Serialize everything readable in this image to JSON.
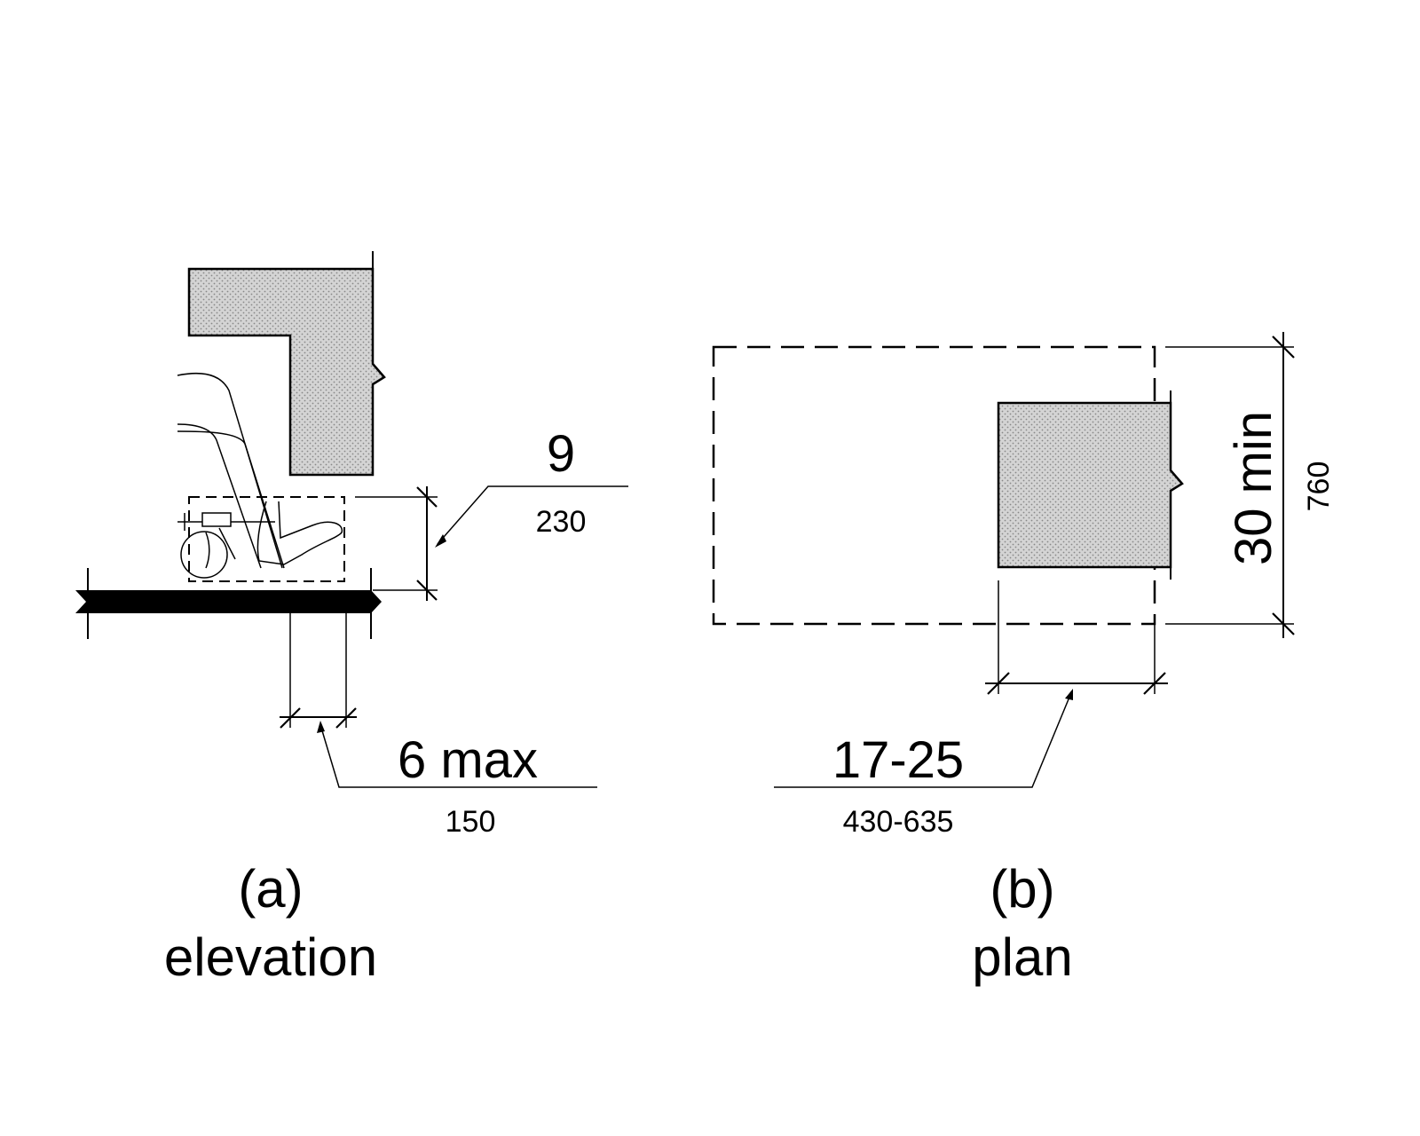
{
  "elevation": {
    "toe_depth": {
      "imperial": "9",
      "metric": "230"
    },
    "toe_extension": {
      "imperial": "6 max",
      "metric": "150"
    },
    "caption_letter": "(a)",
    "caption_view": "elevation"
  },
  "plan": {
    "width": {
      "imperial": "30 min",
      "metric": "760"
    },
    "depth_range": {
      "imperial": "17-25",
      "metric": "430-635"
    },
    "caption_letter": "(b)",
    "caption_view": "plan"
  }
}
